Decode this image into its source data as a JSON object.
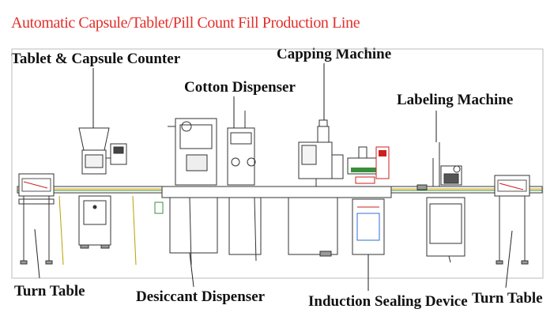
{
  "title": "Automatic Capsule/Tablet/Pill Count Fill Production Line",
  "colors": {
    "title": "#e2302b",
    "line": "#333333",
    "conveyor_accent": "#d9a400",
    "panel_red": "#cc1f1f",
    "panel_blue": "#2f6fd6"
  },
  "labels": {
    "tablet_counter": "Tablet & Capsule Counter",
    "capping_machine": "Capping Machine",
    "cotton_dispenser": "Cotton Dispenser",
    "labeling_machine": "Labeling Machine",
    "turn_table_left": "Turn Table",
    "desiccant_dispenser": "Desiccant Dispenser",
    "induction_sealing": "Induction Sealing Device",
    "turn_table_right": "Turn Table"
  }
}
